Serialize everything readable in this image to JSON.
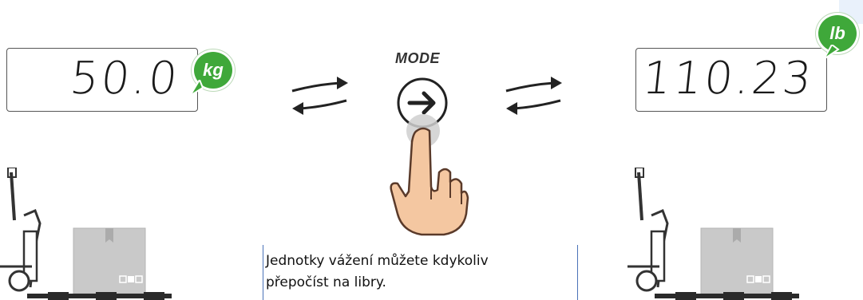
{
  "mode_button": {
    "label": "MODE"
  },
  "left_display": {
    "value": "50.0",
    "unit": "kg"
  },
  "right_display": {
    "value": "110.23",
    "unit": "lb"
  },
  "caption": {
    "line1": "Jednotky vážení můžete kdykoliv",
    "line2": "přepočíst na libry."
  },
  "colors": {
    "unit_badge": "#3fa83a",
    "caption_rule": "#4a72b8",
    "box": "#c9c9c9",
    "outline": "#333333"
  },
  "icons": [
    "arrow-right-icon",
    "pointing-hand-icon",
    "swap-arrows-icon",
    "pallet-truck-icon",
    "box-icon"
  ]
}
